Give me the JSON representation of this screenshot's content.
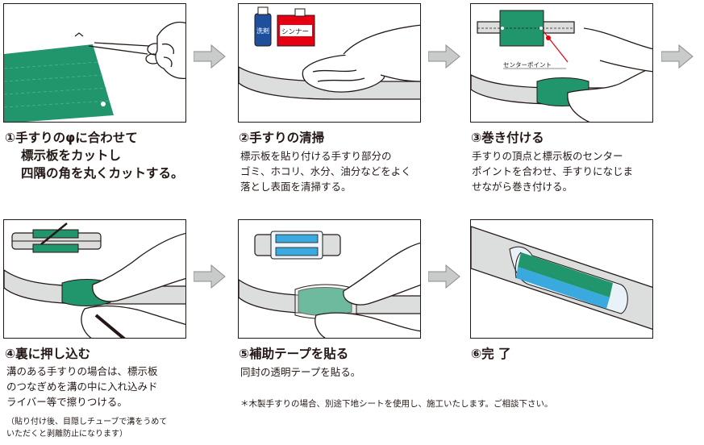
{
  "colors": {
    "green": "#21956c",
    "blue": "#39a9de",
    "arrow_gray": "#c9caca",
    "line": "#231815",
    "bottle_red": "#e60012",
    "bottle_blue": "#1d4f9c"
  },
  "steps": [
    {
      "title": "①手すりのφに合わせて",
      "title_lines": [
        "標示板をカットし",
        "四隅の角を丸くカットする。"
      ],
      "body": []
    },
    {
      "title": "②手すりの清掃",
      "title_lines": [],
      "body": [
        "標示板を貼り付ける手すり部分の",
        "ゴミ、ホコリ、水分、油分などをよく",
        "落とし表面を清掃する。"
      ]
    },
    {
      "title": "③巻き付ける",
      "title_lines": [],
      "body": [
        "手すりの頂点と標示板のセンター",
        "ポイントを合わせ、手すりになじま",
        "せながら巻き付ける。"
      ]
    },
    {
      "title": "④裏に押し込む",
      "title_lines": [],
      "body": [
        "溝のある手すりの場合は、標示板",
        "のつなぎめを溝の中に入れ込みド",
        "ライバー等で擦りつける。"
      ],
      "small": [
        "（貼り付け後、目隠しチューブで溝をうめて",
        "いただくと剥離防止になります）"
      ]
    },
    {
      "title": "⑤補助テープを貼る",
      "title_lines": [],
      "body": [
        "同封の透明テープを貼る。"
      ]
    },
    {
      "title": "⑥完 了",
      "title_lines": [],
      "body": []
    }
  ],
  "labels": {
    "bottle1": "洗剤",
    "bottle2": "シンナー",
    "center_point": "センターポイント"
  },
  "note": "＊木製手すりの場合、別途下地シートを使用し、施工いたします。ご相談下さい。"
}
